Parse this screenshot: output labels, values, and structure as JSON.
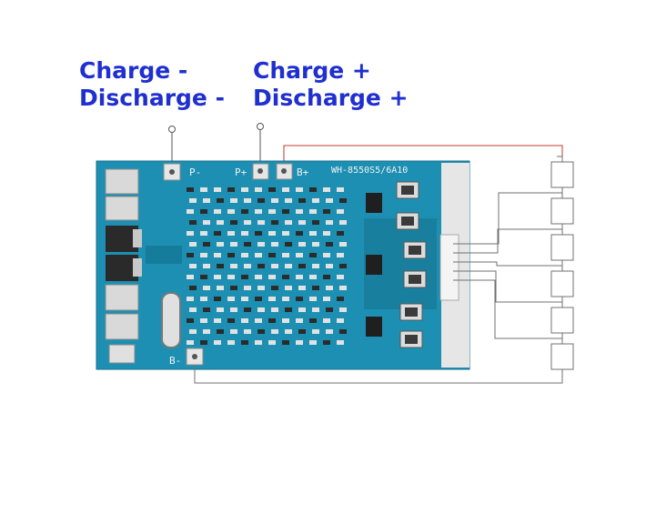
{
  "labels": {
    "charge_minus": "Charge -",
    "discharge_minus": "Discharge -",
    "charge_plus": "Charge +",
    "discharge_plus": "Discharge +"
  },
  "board": {
    "pad_p_minus": "P-",
    "pad_p_plus": "P+",
    "pad_b_plus": "B+",
    "pad_b_minus": "B-",
    "model": "WH-8550S5/6A10"
  },
  "colors": {
    "heading": "#1f2fd0",
    "pcb": "#1d8fb2",
    "wire_red": "#c0392b",
    "wire": "#707070"
  },
  "cells": {
    "count": 6
  }
}
